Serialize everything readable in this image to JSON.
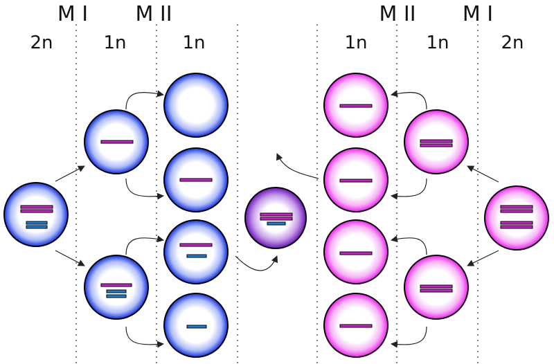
{
  "header": {
    "left_phases": [
      "M I",
      "M II"
    ],
    "right_phases": [
      "M II",
      "M I"
    ],
    "left_ploidy": [
      "2n",
      "1n",
      "1n"
    ],
    "right_ploidy": [
      "1n",
      "1n",
      "2n"
    ]
  },
  "colors": {
    "male_rim": "#1030e0",
    "female_rim": "#f020f0",
    "zygote_rim": "#7a20c0",
    "chromosome_maternal": "#cc22cc",
    "chromosome_paternal": "#1a7fd6",
    "arrow": "#222222",
    "divider": "#555555"
  }
}
